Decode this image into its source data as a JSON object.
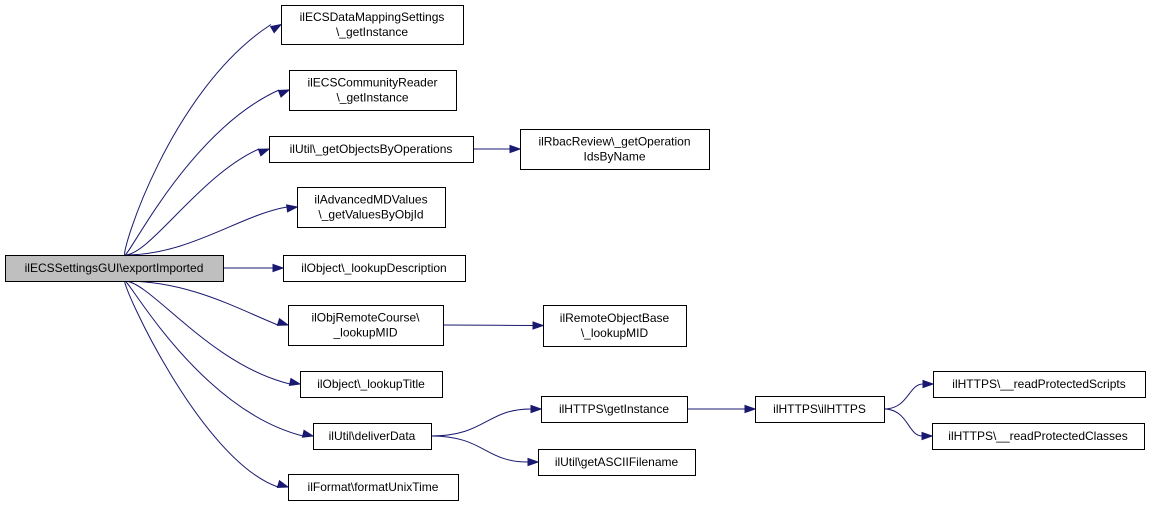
{
  "diagram": {
    "type": "call-graph",
    "edge_color": "#191970",
    "root_fill": "#bfbfbf",
    "nodes": {
      "root": {
        "lines": [
          "ilECSSettingsGUI\\exportImported"
        ]
      },
      "data_mapping": {
        "lines": [
          "ilECSDataMappingSettings",
          "\\_getInstance"
        ]
      },
      "community_reader": {
        "lines": [
          "ilECSCommunityReader",
          "\\_getInstance"
        ]
      },
      "get_objects_by_ops": {
        "lines": [
          "ilUtil\\_getObjectsByOperations"
        ]
      },
      "rbac_review": {
        "lines": [
          "ilRbacReview\\_getOperation",
          "IdsByName"
        ]
      },
      "advanced_md": {
        "lines": [
          "ilAdvancedMDValues",
          "\\_getValuesByObjId"
        ]
      },
      "lookup_description": {
        "lines": [
          "ilObject\\_lookupDescription"
        ]
      },
      "remote_course": {
        "lines": [
          "ilObjRemoteCourse\\",
          "_lookupMID"
        ]
      },
      "remote_object_base": {
        "lines": [
          "ilRemoteObjectBase",
          "\\_lookupMID"
        ]
      },
      "lookup_title": {
        "lines": [
          "ilObject\\_lookupTitle"
        ]
      },
      "deliver_data": {
        "lines": [
          "ilUtil\\deliverData"
        ]
      },
      "https_get_instance": {
        "lines": [
          "ilHTTPS\\getInstance"
        ]
      },
      "https_construct": {
        "lines": [
          "ilHTTPS\\ilHTTPS"
        ]
      },
      "read_protected_scripts": {
        "lines": [
          "ilHTTPS\\__readProtectedScripts"
        ]
      },
      "read_protected_classes": {
        "lines": [
          "ilHTTPS\\__readProtectedClasses"
        ]
      },
      "ascii_filename": {
        "lines": [
          "ilUtil\\getASCIIFilename"
        ]
      },
      "format_unix_time": {
        "lines": [
          "ilFormat\\formatUnixTime"
        ]
      }
    },
    "edges": [
      [
        "root",
        "data_mapping"
      ],
      [
        "root",
        "community_reader"
      ],
      [
        "root",
        "get_objects_by_ops"
      ],
      [
        "root",
        "advanced_md"
      ],
      [
        "root",
        "lookup_description"
      ],
      [
        "root",
        "remote_course"
      ],
      [
        "root",
        "lookup_title"
      ],
      [
        "root",
        "deliver_data"
      ],
      [
        "root",
        "format_unix_time"
      ],
      [
        "get_objects_by_ops",
        "rbac_review"
      ],
      [
        "remote_course",
        "remote_object_base"
      ],
      [
        "deliver_data",
        "https_get_instance"
      ],
      [
        "deliver_data",
        "ascii_filename"
      ],
      [
        "https_get_instance",
        "https_construct"
      ],
      [
        "https_construct",
        "read_protected_scripts"
      ],
      [
        "https_construct",
        "read_protected_classes"
      ]
    ]
  }
}
